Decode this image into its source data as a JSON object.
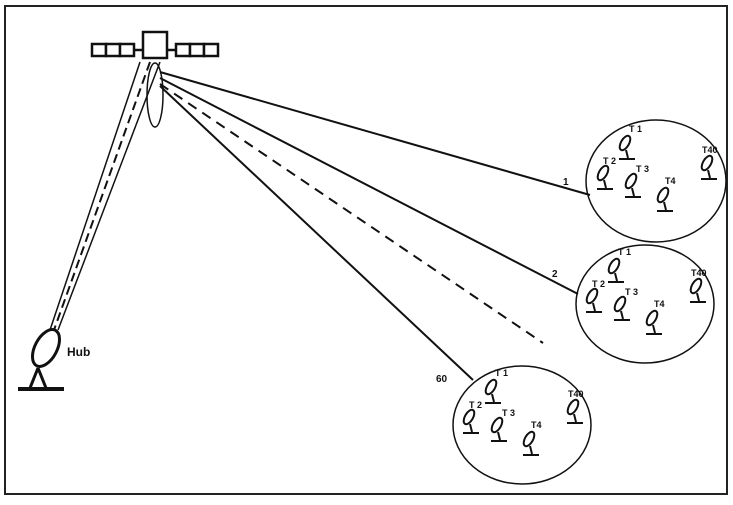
{
  "hub_label": "Hub",
  "links": [
    {
      "label": "1",
      "style": "solid"
    },
    {
      "label": "2",
      "style": "solid"
    },
    {
      "label": "",
      "style": "dashed"
    },
    {
      "label": "60",
      "style": "solid"
    }
  ],
  "clusters": [
    {
      "terminals": [
        "T 1",
        "T 2",
        "T 3",
        "T4",
        "T40"
      ]
    },
    {
      "terminals": [
        "T 1",
        "T 2",
        "T 3",
        "T4",
        "T40"
      ]
    },
    {
      "terminals": [
        "T 1",
        "T 2",
        "T 3",
        "T4",
        "T40"
      ]
    }
  ],
  "colors": {
    "ink": "#111111",
    "background": "#ffffff",
    "frame": "#222222"
  }
}
